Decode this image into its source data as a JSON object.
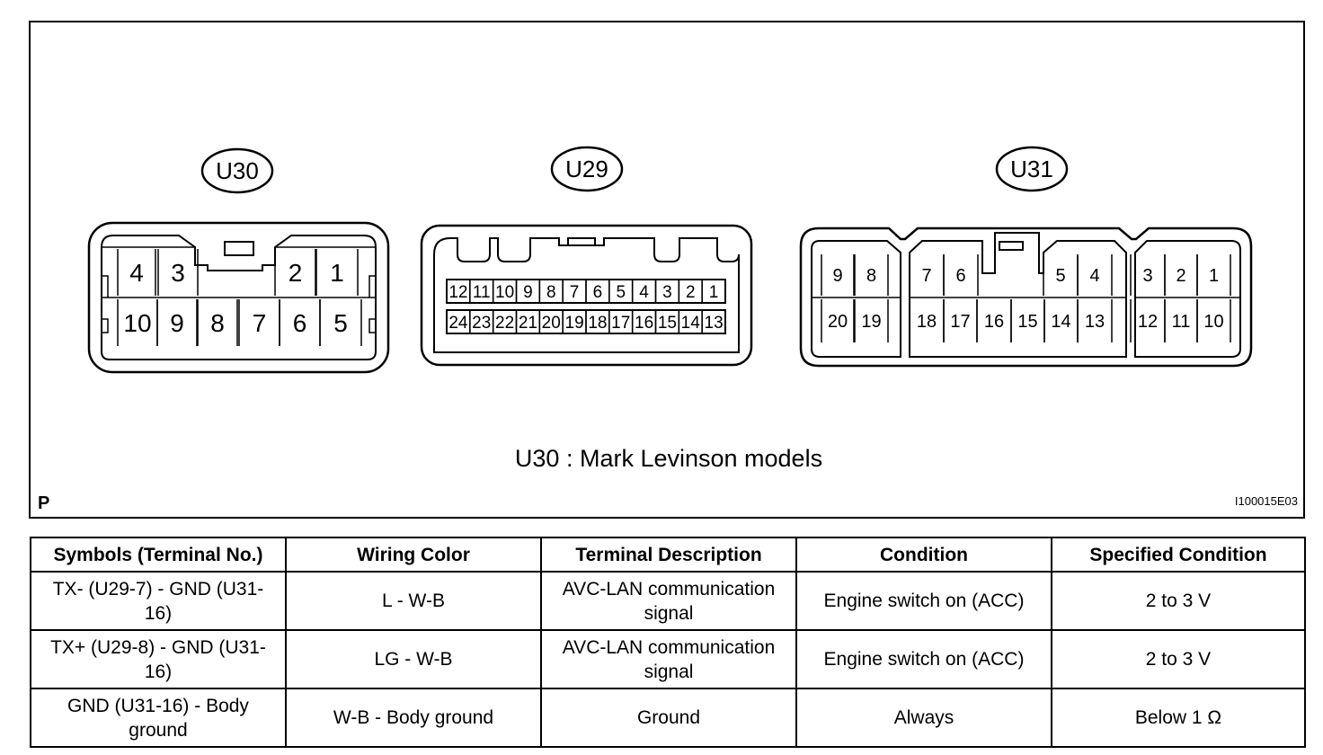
{
  "diagram": {
    "connectors": [
      {
        "label": "U30",
        "top_row": [
          "4",
          "3",
          "2",
          "1"
        ],
        "bottom_row": [
          "10",
          "9",
          "8",
          "7",
          "6",
          "5"
        ]
      },
      {
        "label": "U29",
        "top_row": [
          "12",
          "11",
          "10",
          "9",
          "8",
          "7",
          "6",
          "5",
          "4",
          "3",
          "2",
          "1"
        ],
        "bottom_row": [
          "24",
          "23",
          "22",
          "21",
          "20",
          "19",
          "18",
          "17",
          "16",
          "15",
          "14",
          "13"
        ]
      },
      {
        "label": "U31",
        "top_row": [
          "9",
          "8",
          "7",
          "6",
          "5",
          "4",
          "3",
          "2",
          "1"
        ],
        "bottom_row": [
          "20",
          "19",
          "18",
          "17",
          "16",
          "15",
          "14",
          "13",
          "12",
          "11",
          "10"
        ]
      }
    ],
    "caption": "U30 : Mark Levinson models",
    "corner_mark": "P",
    "figure_id": "I100015E03"
  },
  "table": {
    "headers": [
      "Symbols (Terminal No.)",
      "Wiring Color",
      "Terminal Description",
      "Condition",
      "Specified Condition"
    ],
    "rows": [
      [
        "TX- (U29-7) - GND (U31-16)",
        "L - W-B",
        "AVC-LAN communication signal",
        "Engine switch on (ACC)",
        "2 to 3 V"
      ],
      [
        "TX+ (U29-8) - GND (U31-16)",
        "LG - W-B",
        "AVC-LAN communication signal",
        "Engine switch on (ACC)",
        "2 to 3 V"
      ],
      [
        "GND (U31-16) - Body ground",
        "W-B - Body ground",
        "Ground",
        "Always",
        "Below 1 Ω"
      ]
    ]
  }
}
